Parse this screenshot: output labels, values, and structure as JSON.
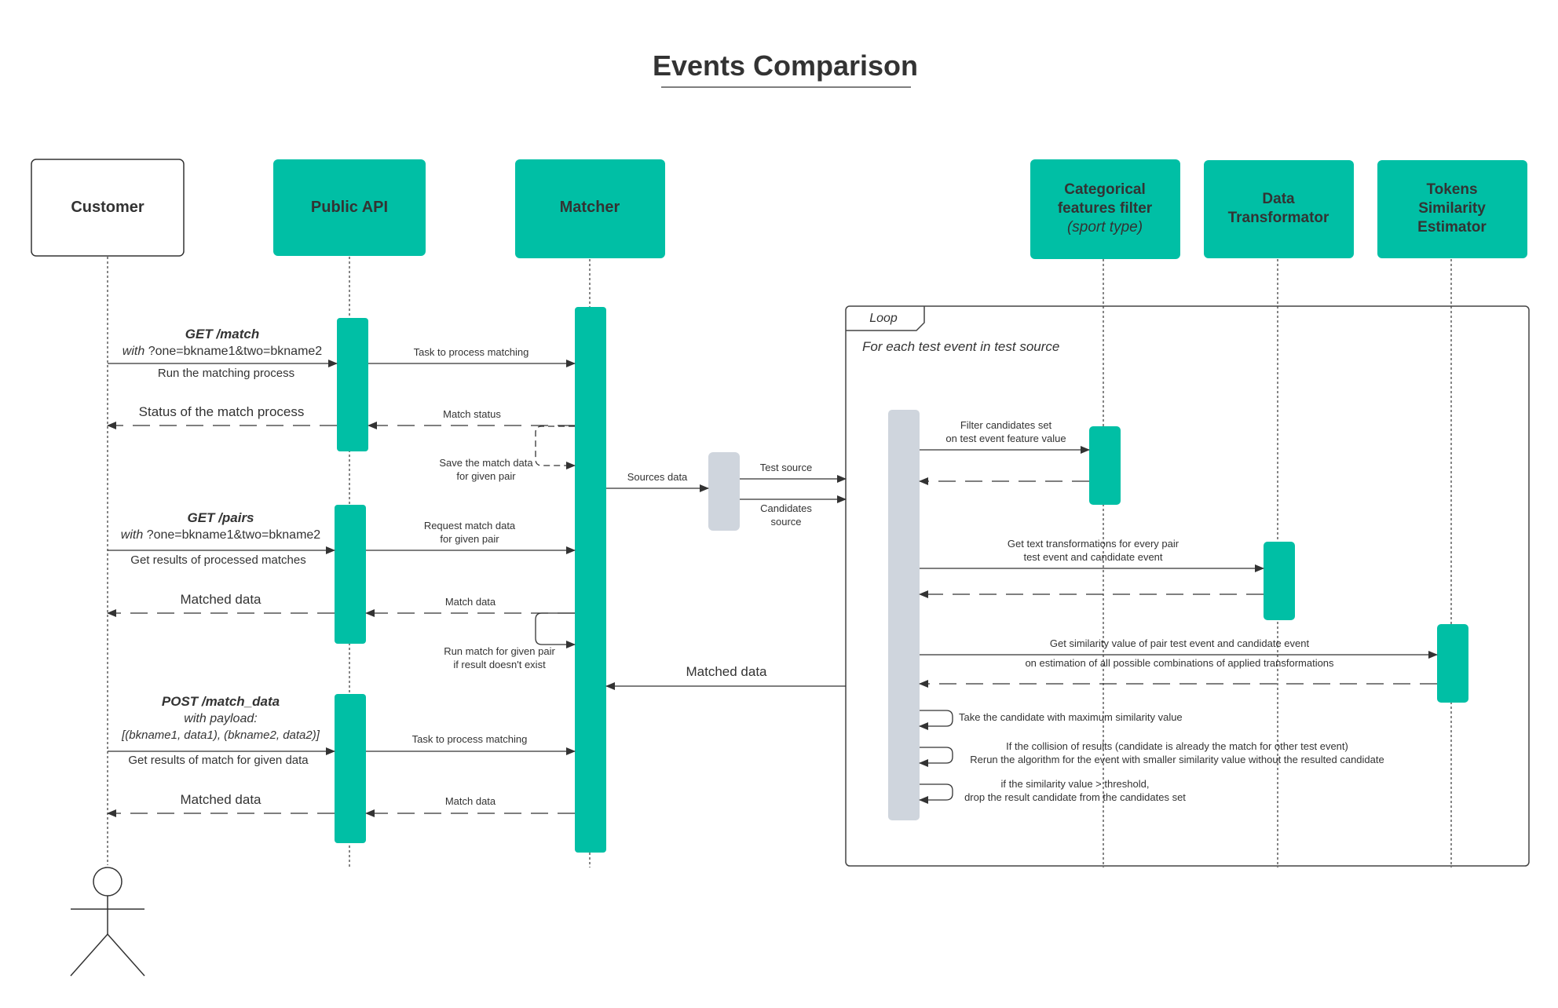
{
  "title": "Events Comparison",
  "participants": {
    "customer": "Customer",
    "public_api": "Public API",
    "matcher": "Matcher",
    "categorical": [
      "Categorical",
      "features filter",
      "(sport type)"
    ],
    "data_transformator": [
      "Data",
      "Transformator"
    ],
    "tokens_estimator": [
      "Tokens",
      "Similarity",
      "Estimator"
    ]
  },
  "loop": {
    "label": "Loop",
    "condition": "For each test event in test source"
  },
  "messages": {
    "get_match_title": "GET /match",
    "get_match_with": "with",
    "get_match_query": "?one=bkname1&two=bkname2",
    "run_matching": "Run the matching process",
    "status_of_match": "Status of the match process",
    "task_to_process_1": "Task to process matching",
    "match_status": "Match status",
    "save_match_data": [
      "Save the match data",
      "for given pair"
    ],
    "sources_data": "Sources data",
    "test_source": "Test source",
    "candidates_source": [
      "Candidates",
      "source"
    ],
    "get_pairs_title": "GET /pairs",
    "get_pairs_with": "with",
    "get_pairs_query": "?one=bkname1&two=bkname2",
    "get_results_processed": "Get results of processed matches",
    "request_match_data": [
      "Request match data",
      "for given pair"
    ],
    "matched_data_1": "Matched data",
    "match_data_1": "Match data",
    "run_match_for_pair": [
      "Run match for given pair",
      "if result doesn't exist"
    ],
    "matched_data_loop": "Matched data",
    "post_title": "POST /match_data",
    "post_with_payload": "with payload:",
    "post_payload": "[(bkname1, data1), (bkname2, data2)]",
    "get_results_given": "Get results of match for given data",
    "task_to_process_2": "Task to process matching",
    "matched_data_2": "Matched data",
    "match_data_2": "Match data",
    "filter_candidates": [
      "Filter candidates set",
      "on test event feature value"
    ],
    "get_text_transformations": [
      "Get text transformations for every pair",
      "test event and candidate event"
    ],
    "get_similarity": "Get similarity value of pair test event and candidate event",
    "on_estimation": "on estimation of all possible combinations of applied transformations",
    "take_candidate": "Take the candidate with maximum similarity value",
    "collision": [
      "If the collision of results  (candidate is already the match for other test event)",
      "Rerun the algorithm for the event with smaller similarity value without the resulted candidate"
    ],
    "threshold": [
      "if the similarity value > threshold,",
      "drop the result candidate from the candidates set"
    ]
  },
  "colors": {
    "teal": "#00bfa5",
    "gray_activation": "#cfd5dd",
    "line": "#333333"
  }
}
